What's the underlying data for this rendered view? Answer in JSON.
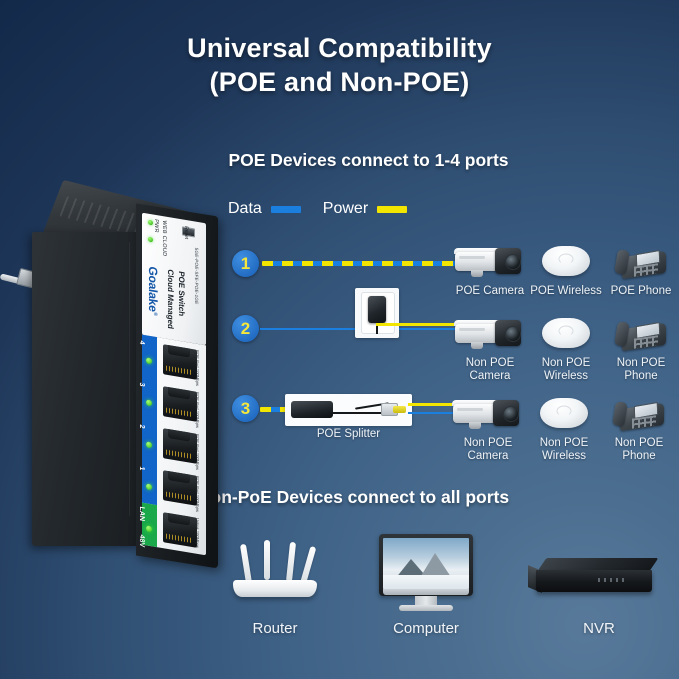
{
  "title": {
    "line1": "Universal Compatibility",
    "line2": "(POE and Non-POE)"
  },
  "sections": {
    "poe_heading": "POE Devices connect to 1-4 ports",
    "nonpoe_heading": "Non-PoE Devices connect to all ports"
  },
  "legend": {
    "data_label": "Data",
    "data_color": "#1b7fe0",
    "power_label": "Power",
    "power_color": "#f2e600"
  },
  "rows": [
    {
      "badge": "1",
      "devices": [
        {
          "name": "POE Camera",
          "icon": "bullet-camera-icon"
        },
        {
          "name": "POE Wireless",
          "icon": "wireless-ap-icon"
        },
        {
          "name": "POE Phone",
          "icon": "ip-phone-icon"
        }
      ]
    },
    {
      "badge": "2",
      "devices": [
        {
          "name": "Non POE\nCamera",
          "line1": "Non POE",
          "line2": "Camera",
          "icon": "bullet-camera-icon"
        },
        {
          "name": "Non POE Wireless",
          "line1": "Non POE",
          "line2": "Wireless",
          "icon": "wireless-ap-icon"
        },
        {
          "name": "Non POE Phone",
          "line1": "Non POE",
          "line2": "Phone",
          "icon": "ip-phone-icon"
        }
      ]
    },
    {
      "badge": "3",
      "splitter_label": "POE Splitter",
      "devices": [
        {
          "name": "Non POE Camera",
          "line1": "Non POE",
          "line2": "Camera",
          "icon": "bullet-camera-icon"
        },
        {
          "name": "Non POE Wireless",
          "line1": "Non POE",
          "line2": "Wireless",
          "icon": "wireless-ap-icon"
        },
        {
          "name": "Non POE Phone",
          "line1": "Non POE",
          "line2": "Phone",
          "icon": "ip-phone-icon"
        }
      ]
    }
  ],
  "bottom_devices": [
    {
      "label": "Router",
      "icon": "router-icon"
    },
    {
      "label": "Computer",
      "icon": "desktop-computer-icon"
    },
    {
      "label": "NVR",
      "icon": "nvr-icon"
    }
  ],
  "product": {
    "brand": "Goalake",
    "brand_mark": "®",
    "name_line1": "Cloud Managed",
    "name_line2": "POE Switch",
    "model": "5GE-POE-SFE-POE-1GE",
    "led_pwr": "PWR",
    "led_cloud": "WEB CLOUD",
    "reset_label": "Reset",
    "ports": [
      {
        "num": "4",
        "side_text": "POE Port 100Mbps"
      },
      {
        "num": "3",
        "side_text": "POE Port 100Mbps"
      },
      {
        "num": "2",
        "side_text": "POE Port 100Mbps"
      },
      {
        "num": "1",
        "side_text": "POE Port 100Mbps"
      },
      {
        "num": "LAN",
        "side_text": "Uplink 100Mbps"
      }
    ],
    "power_label": "48V",
    "port_strip_poe_color": "#1164c8",
    "port_strip_lan_color": "#1aa84a"
  },
  "colors": {
    "background_dark": "#13294a",
    "background_light": "#58799a",
    "badge_blue": "#1760b8",
    "badge_number": "#f5e63c"
  }
}
